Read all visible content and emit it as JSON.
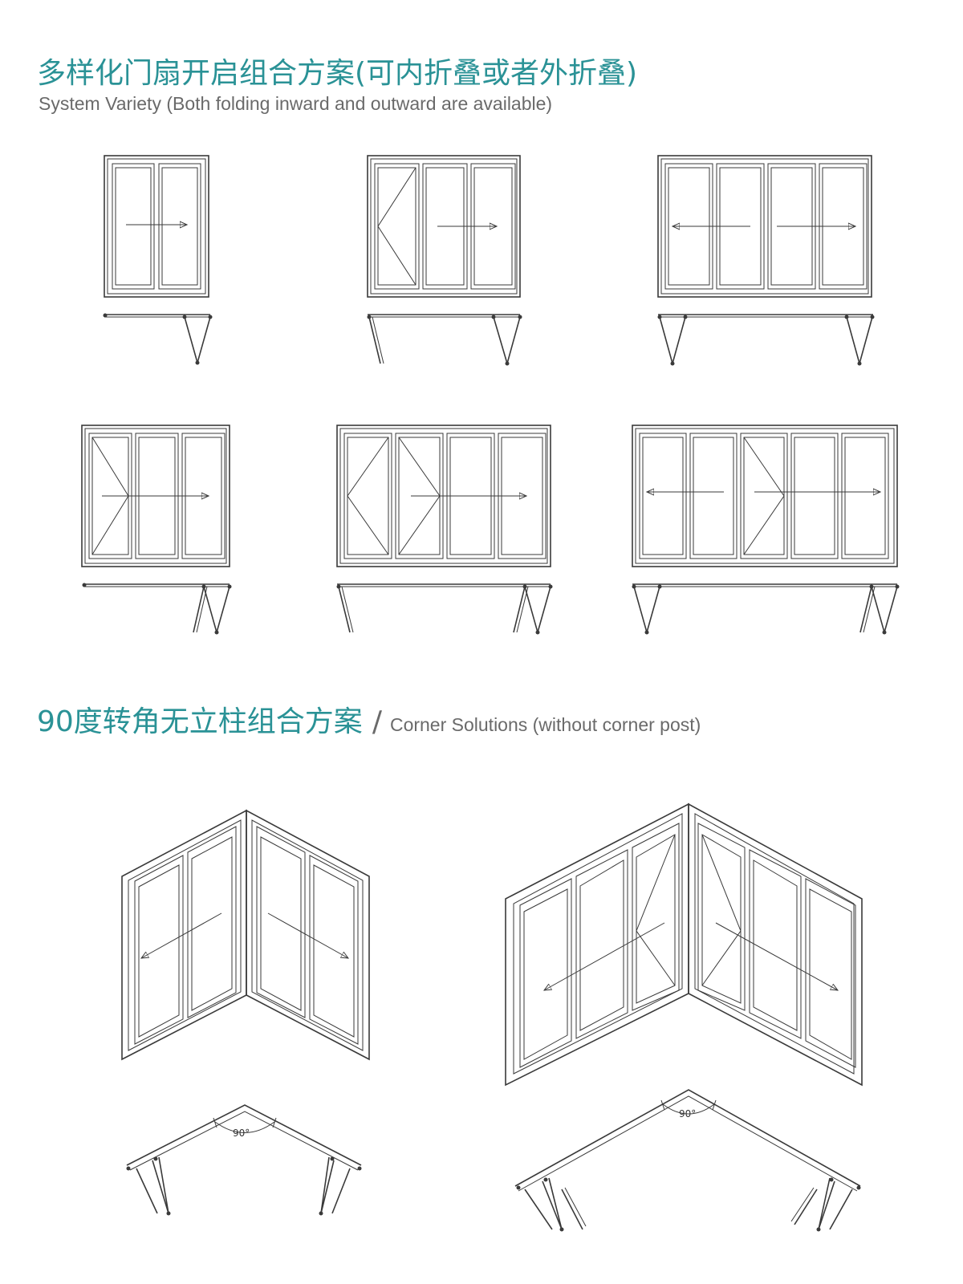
{
  "header": {
    "title_cn": "多样化门扇开启组合方案(可内折叠或者外折叠)",
    "title_en": "System Variety (Both folding inward and outward are available)"
  },
  "section2": {
    "title_cn": "90度转角无立柱组合方案",
    "separator": "/",
    "title_en": "Corner Solutions (without corner post)"
  },
  "corner_angle_labels": [
    "90°",
    "90°"
  ],
  "colors": {
    "accent": "#2a9296",
    "line": "#3a3a3a",
    "subtitle": "#6a6a6a"
  }
}
